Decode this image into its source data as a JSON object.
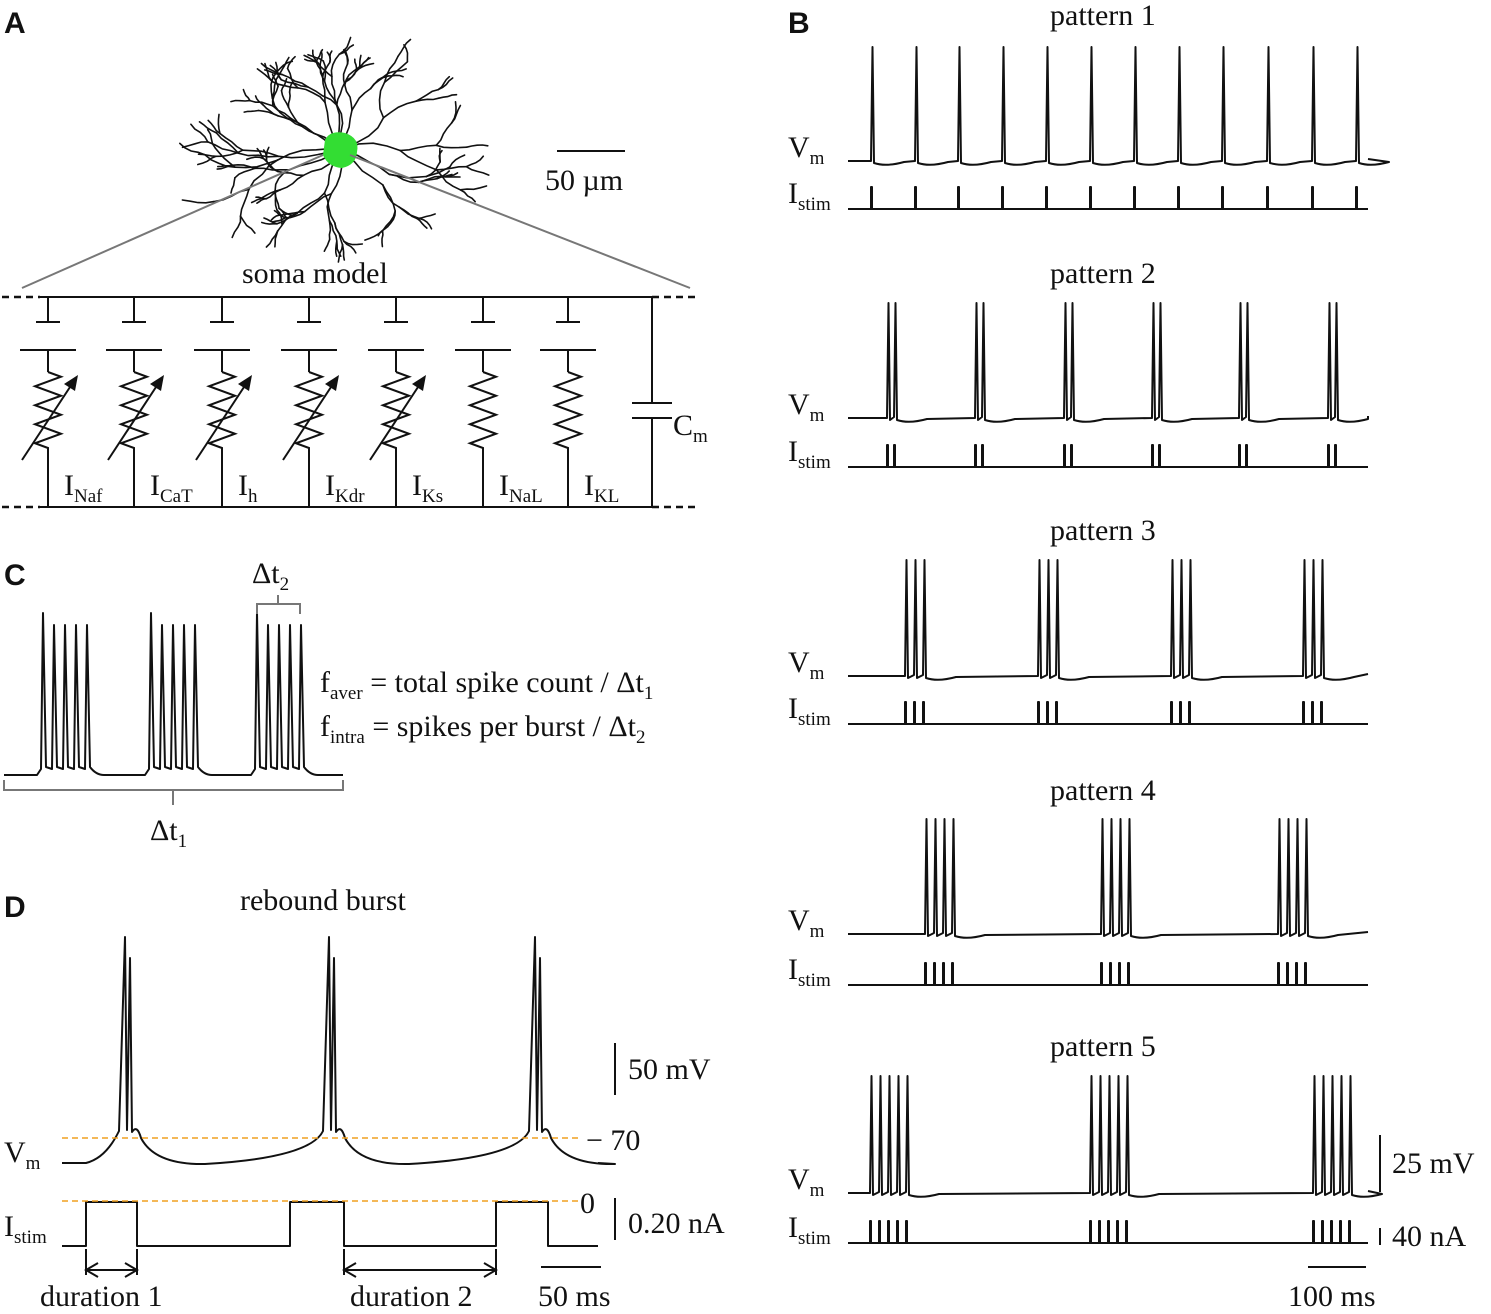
{
  "panels": {
    "a": "A",
    "b": "B",
    "c": "C",
    "d": "D"
  },
  "panel_a": {
    "scale_bar": "50 µm",
    "soma_model_title": "soma model",
    "channels": [
      {
        "name": "I",
        "sub": "Naf",
        "variable": true
      },
      {
        "name": "I",
        "sub": "CaT",
        "variable": true
      },
      {
        "name": "I",
        "sub": "h",
        "variable": true
      },
      {
        "name": "I",
        "sub": "Kdr",
        "variable": true
      },
      {
        "name": "I",
        "sub": "Ks",
        "variable": true
      },
      {
        "name": "I",
        "sub": "NaL",
        "variable": false
      },
      {
        "name": "I",
        "sub": "KL",
        "variable": false
      }
    ],
    "capacitor": {
      "name": "C",
      "sub": "m"
    },
    "soma_color": "#33dd33"
  },
  "panel_b": {
    "vm_label": "V",
    "vm_sub": "m",
    "istim_label": "I",
    "istim_sub": "stim",
    "patterns": [
      {
        "title": "pattern 1",
        "spikes_per_burst": 1,
        "bursts": 12
      },
      {
        "title": "pattern 2",
        "spikes_per_burst": 2,
        "bursts": 6
      },
      {
        "title": "pattern 3",
        "spikes_per_burst": 3,
        "bursts": 4
      },
      {
        "title": "pattern 4",
        "spikes_per_burst": 4,
        "bursts": 3
      },
      {
        "title": "pattern 5",
        "spikes_per_burst": 5,
        "bursts": 3
      }
    ],
    "scale_voltage": "25 mV",
    "scale_current": "40 nA",
    "scale_time": "100 ms"
  },
  "panel_c": {
    "dt1": "Δt",
    "dt1_sub": "1",
    "dt2": "Δt",
    "dt2_sub": "2",
    "eq1": {
      "lhs": "f",
      "lhs_sub": "aver",
      "rhs": " = total spike count / Δt",
      "rhs_sub": "1"
    },
    "eq2": {
      "lhs": "f",
      "lhs_sub": "intra",
      "rhs": " = spikes per burst / Δt",
      "rhs_sub": "2"
    },
    "bursts": 3,
    "spikes_per_burst": 5
  },
  "panel_d": {
    "title": "rebound burst",
    "vm_label": "V",
    "vm_sub": "m",
    "istim_label": "I",
    "istim_sub": "stim",
    "scale_voltage": "50 mV",
    "scale_current": "0.20 nA",
    "scale_time": "50 ms",
    "level_vm": "− 70",
    "level_istim": "0",
    "duration1": "duration 1",
    "duration2": "duration 2",
    "guide_color": "#f0a020"
  }
}
